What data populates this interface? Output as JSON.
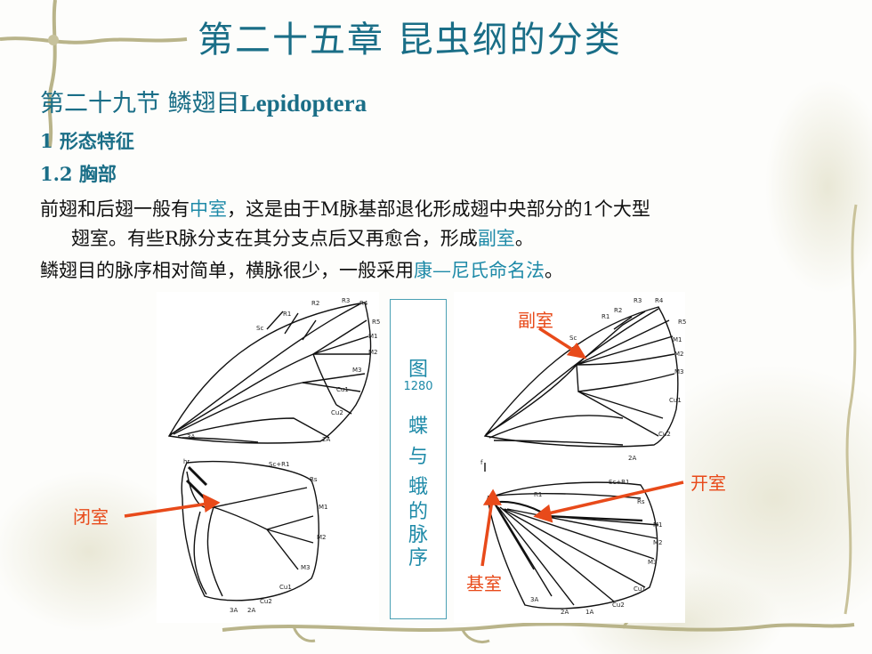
{
  "title": "第二十五章 昆虫纲的分类",
  "section": {
    "cn": "第二十九节 鳞翅目",
    "latin": "Lepidoptera"
  },
  "heading1": "1 形态特征",
  "heading2": "1.2 胸部",
  "para1": {
    "l1a": "前翅和后翅一般有",
    "l1b": "中室",
    "l1c": "，这是由于M脉基部退化形成翅中央部分的1个大型",
    "l2a": "翅室。有些R脉分支在其分支点后又再愈合，形成",
    "l2b": "副室",
    "l2c": "。"
  },
  "para2": {
    "a": "鳞翅目的脉序相对简单，横脉很少，一般采用",
    "b": "康—尼氏命名法",
    "c": "。"
  },
  "figure": {
    "c1": "图",
    "num": "1280",
    "c2": "蝶",
    "c3": "与",
    "c4": "蛾",
    "c5": "的",
    "c6": "脉",
    "c7": "序"
  },
  "labels": {
    "accessory_cell": "副室",
    "closed_cell": "闭室",
    "open_cell": "开室",
    "basal_cell": "基室"
  },
  "vein_labels": {
    "sc": "Sc",
    "r1": "R1",
    "r2": "R2",
    "r3": "R3",
    "r4": "R4",
    "r5": "R5",
    "m1": "M1",
    "m2": "M2",
    "m3": "M3",
    "cu1": "Cu1",
    "cu2": "Cu2",
    "a2": "2A",
    "a3": "3A",
    "a1": "1A",
    "scr1": "Sc+R1",
    "rs": "Rs",
    "hr": "hr",
    "f": "f"
  },
  "colors": {
    "title": "#1a6e87",
    "highlight": "#1e8aa8",
    "arrow": "#e84a1a",
    "text": "#111111"
  }
}
